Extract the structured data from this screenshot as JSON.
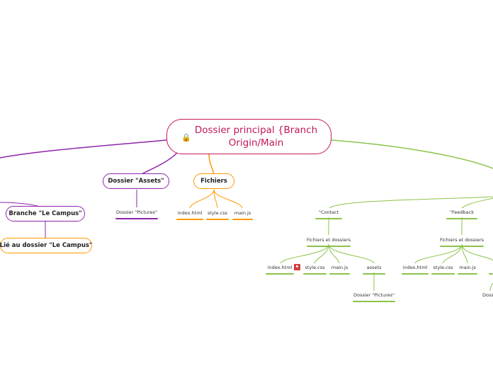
{
  "root": {
    "title": "Dossier principal {Branch Origin/Main",
    "lock_icon": "lock-icon"
  },
  "colors": {
    "purple": "#8e24aa",
    "orange": "#ff9800",
    "green": "#8bc34a",
    "root": "#c2185b",
    "flag": "#d43a3a"
  },
  "branches": {
    "campus": {
      "label": "Branche \"Le Campus\"",
      "linked": "Lié au dossier \"Le Campus\""
    },
    "assets": {
      "label": "Dossier \"Assets\"",
      "pictures": "Dossier \"Pictures\""
    },
    "fichiers": {
      "label": "Fichiers",
      "files": [
        "index.html",
        "style.css",
        "main.js"
      ]
    },
    "contact": {
      "label": "\"Contact",
      "group": "Fichiers et dossiers",
      "files": [
        "index.html",
        "style.css",
        "main.js",
        "assets"
      ],
      "pictures": "Dossier \"Pictures\""
    },
    "feedback": {
      "label": "\"Feedback",
      "group": "Fichiers et dossiers",
      "files": [
        "index.html",
        "style.css",
        "main.js"
      ],
      "pictures_partial": "Doss"
    }
  }
}
